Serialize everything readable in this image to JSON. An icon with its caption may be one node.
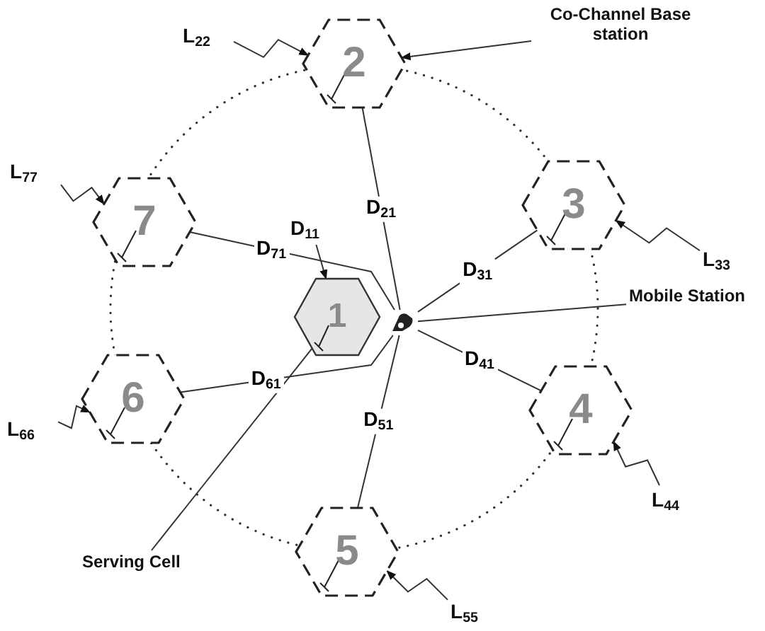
{
  "diagram": {
    "nodes": [
      {
        "text": [
          "1"
        ]
      },
      {
        "text": [
          "2"
        ]
      },
      {
        "text": [
          "3"
        ]
      },
      {
        "text": [
          "4"
        ]
      },
      {
        "text": [
          "5"
        ]
      },
      {
        "text": [
          "6"
        ]
      },
      {
        "text": [
          "7"
        ]
      },
      {
        "text": [],
        "shape": "picture"
      },
      {
        "text": [
          "Co-Channel Base station"
        ]
      },
      {
        "text": [
          "Mobile Station"
        ]
      },
      {
        "text": [
          "Serving Cell"
        ]
      },
      {
        "text": [
          "D$_{11}$"
        ]
      },
      {
        "text": [
          "L$_{22}$"
        ]
      },
      {
        "text": [
          "L$_{33}$"
        ]
      },
      {
        "text": [
          "L$_{44}$"
        ]
      },
      {
        "text": [
          "L$_{55}$"
        ]
      },
      {
        "text": [
          "L$_{66}$"
        ]
      },
      {
        "text": [
          "L$_{77}$"
        ]
      }
    ],
    "edges": [
      {
        "from": 8,
        "to": 1,
        "arrow": "to"
      },
      {
        "from": 9,
        "to": 7,
        "arrow": "none"
      },
      {
        "from": 10,
        "to": 0,
        "arrow": "none"
      },
      {
        "from": 11,
        "to": 0,
        "arrow": "to"
      },
      {
        "from": 7,
        "to": 1,
        "arrow": "none",
        "label": "D$_{21}$"
      },
      {
        "from": 7,
        "to": 2,
        "arrow": "none",
        "label": "D$_{31}$"
      },
      {
        "from": 7,
        "to": 3,
        "arrow": "none",
        "label": "D$_{41}$"
      },
      {
        "from": 7,
        "to": 4,
        "arrow": "none",
        "label": "D$_{51}$"
      },
      {
        "from": 7,
        "to": 5,
        "arrow": "none",
        "label": "D$_{61}$"
      },
      {
        "from": 7,
        "to": 6,
        "arrow": "none",
        "label": "D$_{71}$"
      },
      {
        "from": 12,
        "to": 1,
        "arrow": "to"
      },
      {
        "from": 13,
        "to": 2,
        "arrow": "to"
      },
      {
        "from": 14,
        "to": 3,
        "arrow": "to"
      },
      {
        "from": 15,
        "to": 4,
        "arrow": "to"
      },
      {
        "from": 16,
        "to": 5,
        "arrow": "to"
      },
      {
        "from": 17,
        "to": 6,
        "arrow": "to"
      }
    ]
  }
}
